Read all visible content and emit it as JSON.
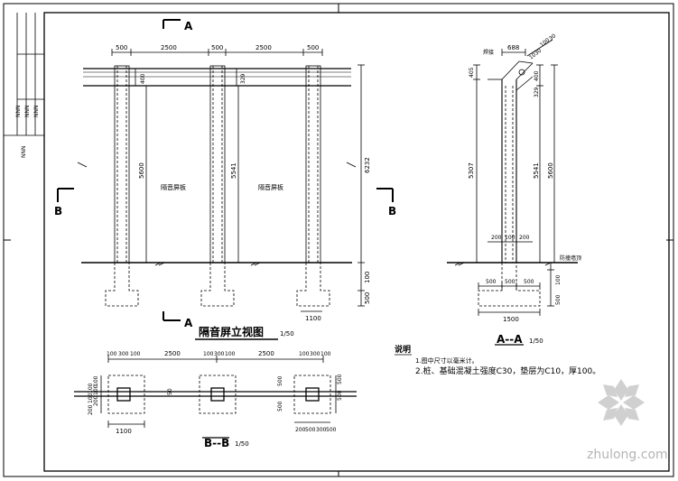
{
  "title_block": {
    "col1": "NNN",
    "col2": "NNN",
    "col3": "NNN",
    "side_note": "NNN"
  },
  "section_marks": {
    "a": "A",
    "b": "B"
  },
  "elevation": {
    "title": "隔音屏立视图",
    "scale": "1/50",
    "dims_top": [
      "500",
      "2500",
      "500",
      "2500",
      "500"
    ],
    "panel_label": "隔音屏板",
    "dim_400": "400",
    "dim_329": "329",
    "dim_5600": "5600",
    "dim_5541": "5541",
    "dim_6232": "6232",
    "dim_100": "100",
    "dim_500": "500",
    "dim_1100": "1100"
  },
  "section_aa": {
    "title": "A--A",
    "scale": "1/50",
    "dims": {
      "top_688": "688",
      "slant_1": "1030",
      "slant_2": "100",
      "slant_3": "30",
      "left_405": "405",
      "left_5307": "5307",
      "r_400": "400",
      "r_329": "329",
      "r_5541": "5541",
      "r_5600": "5600",
      "b_200a": "200",
      "b_100": "100",
      "b_200b": "200",
      "f_500a": "500",
      "f_500b": "500",
      "f_500c": "500",
      "f_100": "100",
      "f_500v": "500",
      "f_1500": "1500"
    },
    "label_top": "焊接",
    "label_ground": "防撞墙顶"
  },
  "section_bb": {
    "title": "B--B",
    "scale": "1/50",
    "dims_top": [
      "100",
      "300",
      "100",
      "2500",
      "100",
      "300",
      "100",
      "2500",
      "100",
      "300",
      "100"
    ],
    "dims_left": [
      "100",
      "100",
      "200",
      "200",
      "100",
      "100"
    ],
    "dims_right": [
      "500",
      "500",
      "500",
      "500"
    ],
    "dim_50": "50",
    "dim_1100": "1100",
    "dims_bottom": [
      "200",
      "500",
      "300",
      "500"
    ]
  },
  "notes": {
    "heading": "说明",
    "line1": "1.图中尺寸以毫米计。",
    "line2": "2.桩、基础混凝土强度C30，垫层为C10，厚100。"
  },
  "watermark": "zhulong.com"
}
